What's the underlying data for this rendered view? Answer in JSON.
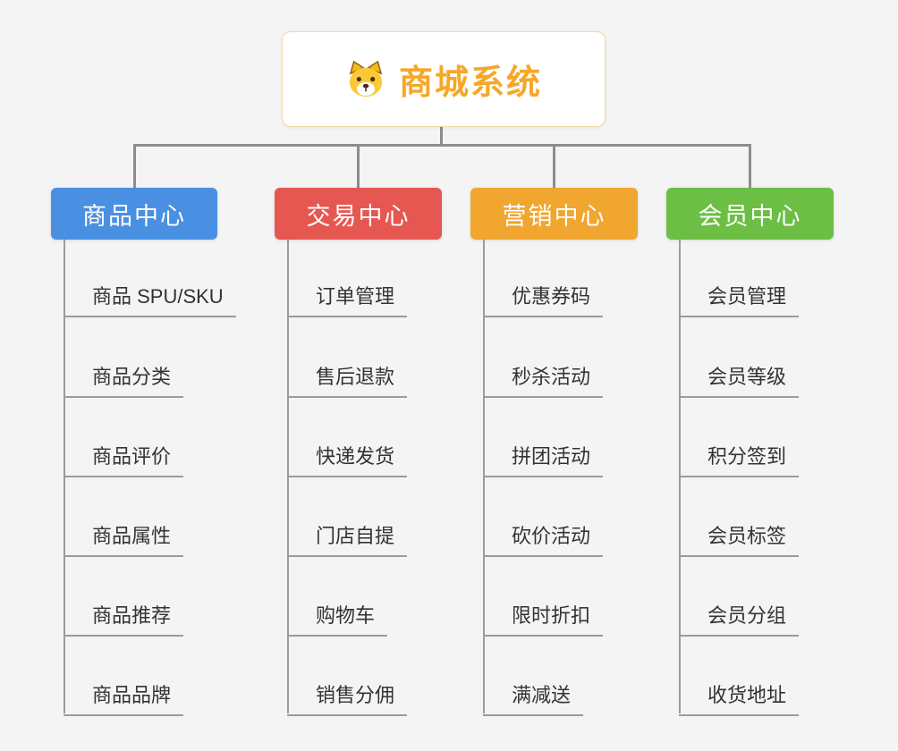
{
  "root": {
    "title": "商城系统",
    "icon": "dog-icon",
    "accent_color": "#f7a728"
  },
  "branches": [
    {
      "label": "商品中心",
      "color": "#4a90e2",
      "items": [
        "商品 SPU/SKU",
        "商品分类",
        "商品评价",
        "商品属性",
        "商品推荐",
        "商品品牌"
      ]
    },
    {
      "label": "交易中心",
      "color": "#e65752",
      "items": [
        "订单管理",
        "售后退款",
        "快递发货",
        "门店自提",
        "购物车",
        "销售分佣"
      ]
    },
    {
      "label": "营销中心",
      "color": "#f0a62f",
      "items": [
        "优惠券码",
        "秒杀活动",
        "拼团活动",
        "砍价活动",
        "限时折扣",
        "满减送"
      ]
    },
    {
      "label": "会员中心",
      "color": "#6cbf44",
      "items": [
        "会员管理",
        "会员等级",
        "积分签到",
        "会员标签",
        "会员分组",
        "收货地址"
      ]
    }
  ]
}
